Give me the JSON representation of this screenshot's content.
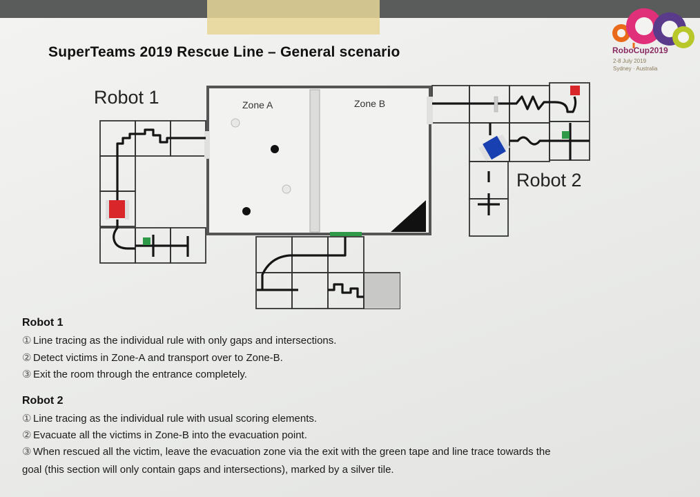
{
  "document": {
    "title": "SuperTeams 2019 Rescue Line – General scenario",
    "logo": {
      "brand": "RoboCup2019",
      "dates": "2-8 July 2019",
      "location": "Sydney · Australia"
    }
  },
  "map": {
    "robot1_label": "Robot 1",
    "robot2_label": "Robot 2",
    "zone_a_label": "Zone A",
    "zone_b_label": "Zone B",
    "colors": {
      "robot1": "#d8262a",
      "robot2": "#1840b0",
      "green_marker": "#2e9a48",
      "victim_black": "#111111",
      "victim_silver": "#c8c8c8"
    }
  },
  "robot1": {
    "heading": "Robot 1",
    "rules": [
      {
        "num": "①",
        "text": "Line tracing as the individual rule with only gaps and intersections."
      },
      {
        "num": "②",
        "text": "Detect victims in Zone-A and transport over to Zone-B."
      },
      {
        "num": "③",
        "text": "Exit the room through the entrance completely."
      }
    ]
  },
  "robot2": {
    "heading": "Robot 2",
    "rules": [
      {
        "num": "①",
        "text": "Line tracing as the individual rule with usual scoring elements."
      },
      {
        "num": "②",
        "text": "Evacuate all the victims in Zone-B into the evacuation point."
      },
      {
        "num": "③",
        "text": "When rescued all the victim, leave the evacuation zone via the exit with the green tape and line trace towards the"
      }
    ],
    "rule3_continuation": "goal (this section will only contain gaps and intersections), marked by a silver tile."
  }
}
